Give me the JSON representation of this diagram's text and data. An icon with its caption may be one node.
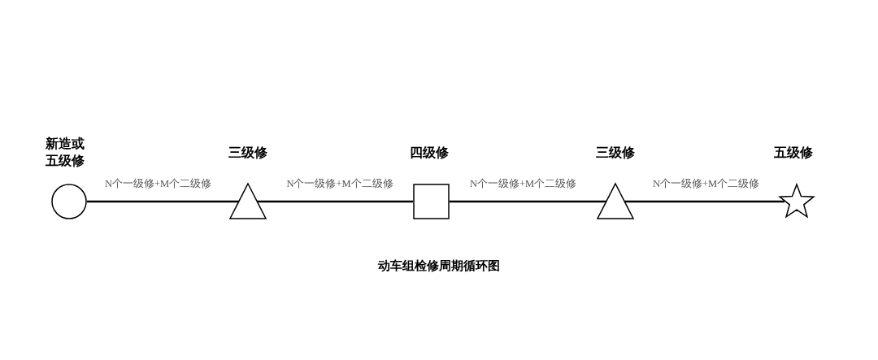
{
  "diagram": {
    "caption": "动车组检修周期循环图",
    "nodes": [
      {
        "text": [
          "新造或五级修"
        ]
      },
      {
        "text": [
          "三级修"
        ]
      },
      {
        "text": [
          "四级修"
        ]
      },
      {
        "text": [
          "三级修"
        ]
      },
      {
        "text": [
          "五级修"
        ]
      }
    ],
    "edges": [
      {
        "from": 0,
        "to": 1,
        "arrow": "none",
        "label": "N个一级修+M个二级修"
      },
      {
        "from": 1,
        "to": 2,
        "arrow": "none",
        "label": "N个一级修+M个二级修"
      },
      {
        "from": 2,
        "to": 3,
        "arrow": "none",
        "label": "N个一级修+M个二级修"
      },
      {
        "from": 3,
        "to": 4,
        "arrow": "none",
        "label": "N个一级修+M个二级修"
      }
    ]
  }
}
